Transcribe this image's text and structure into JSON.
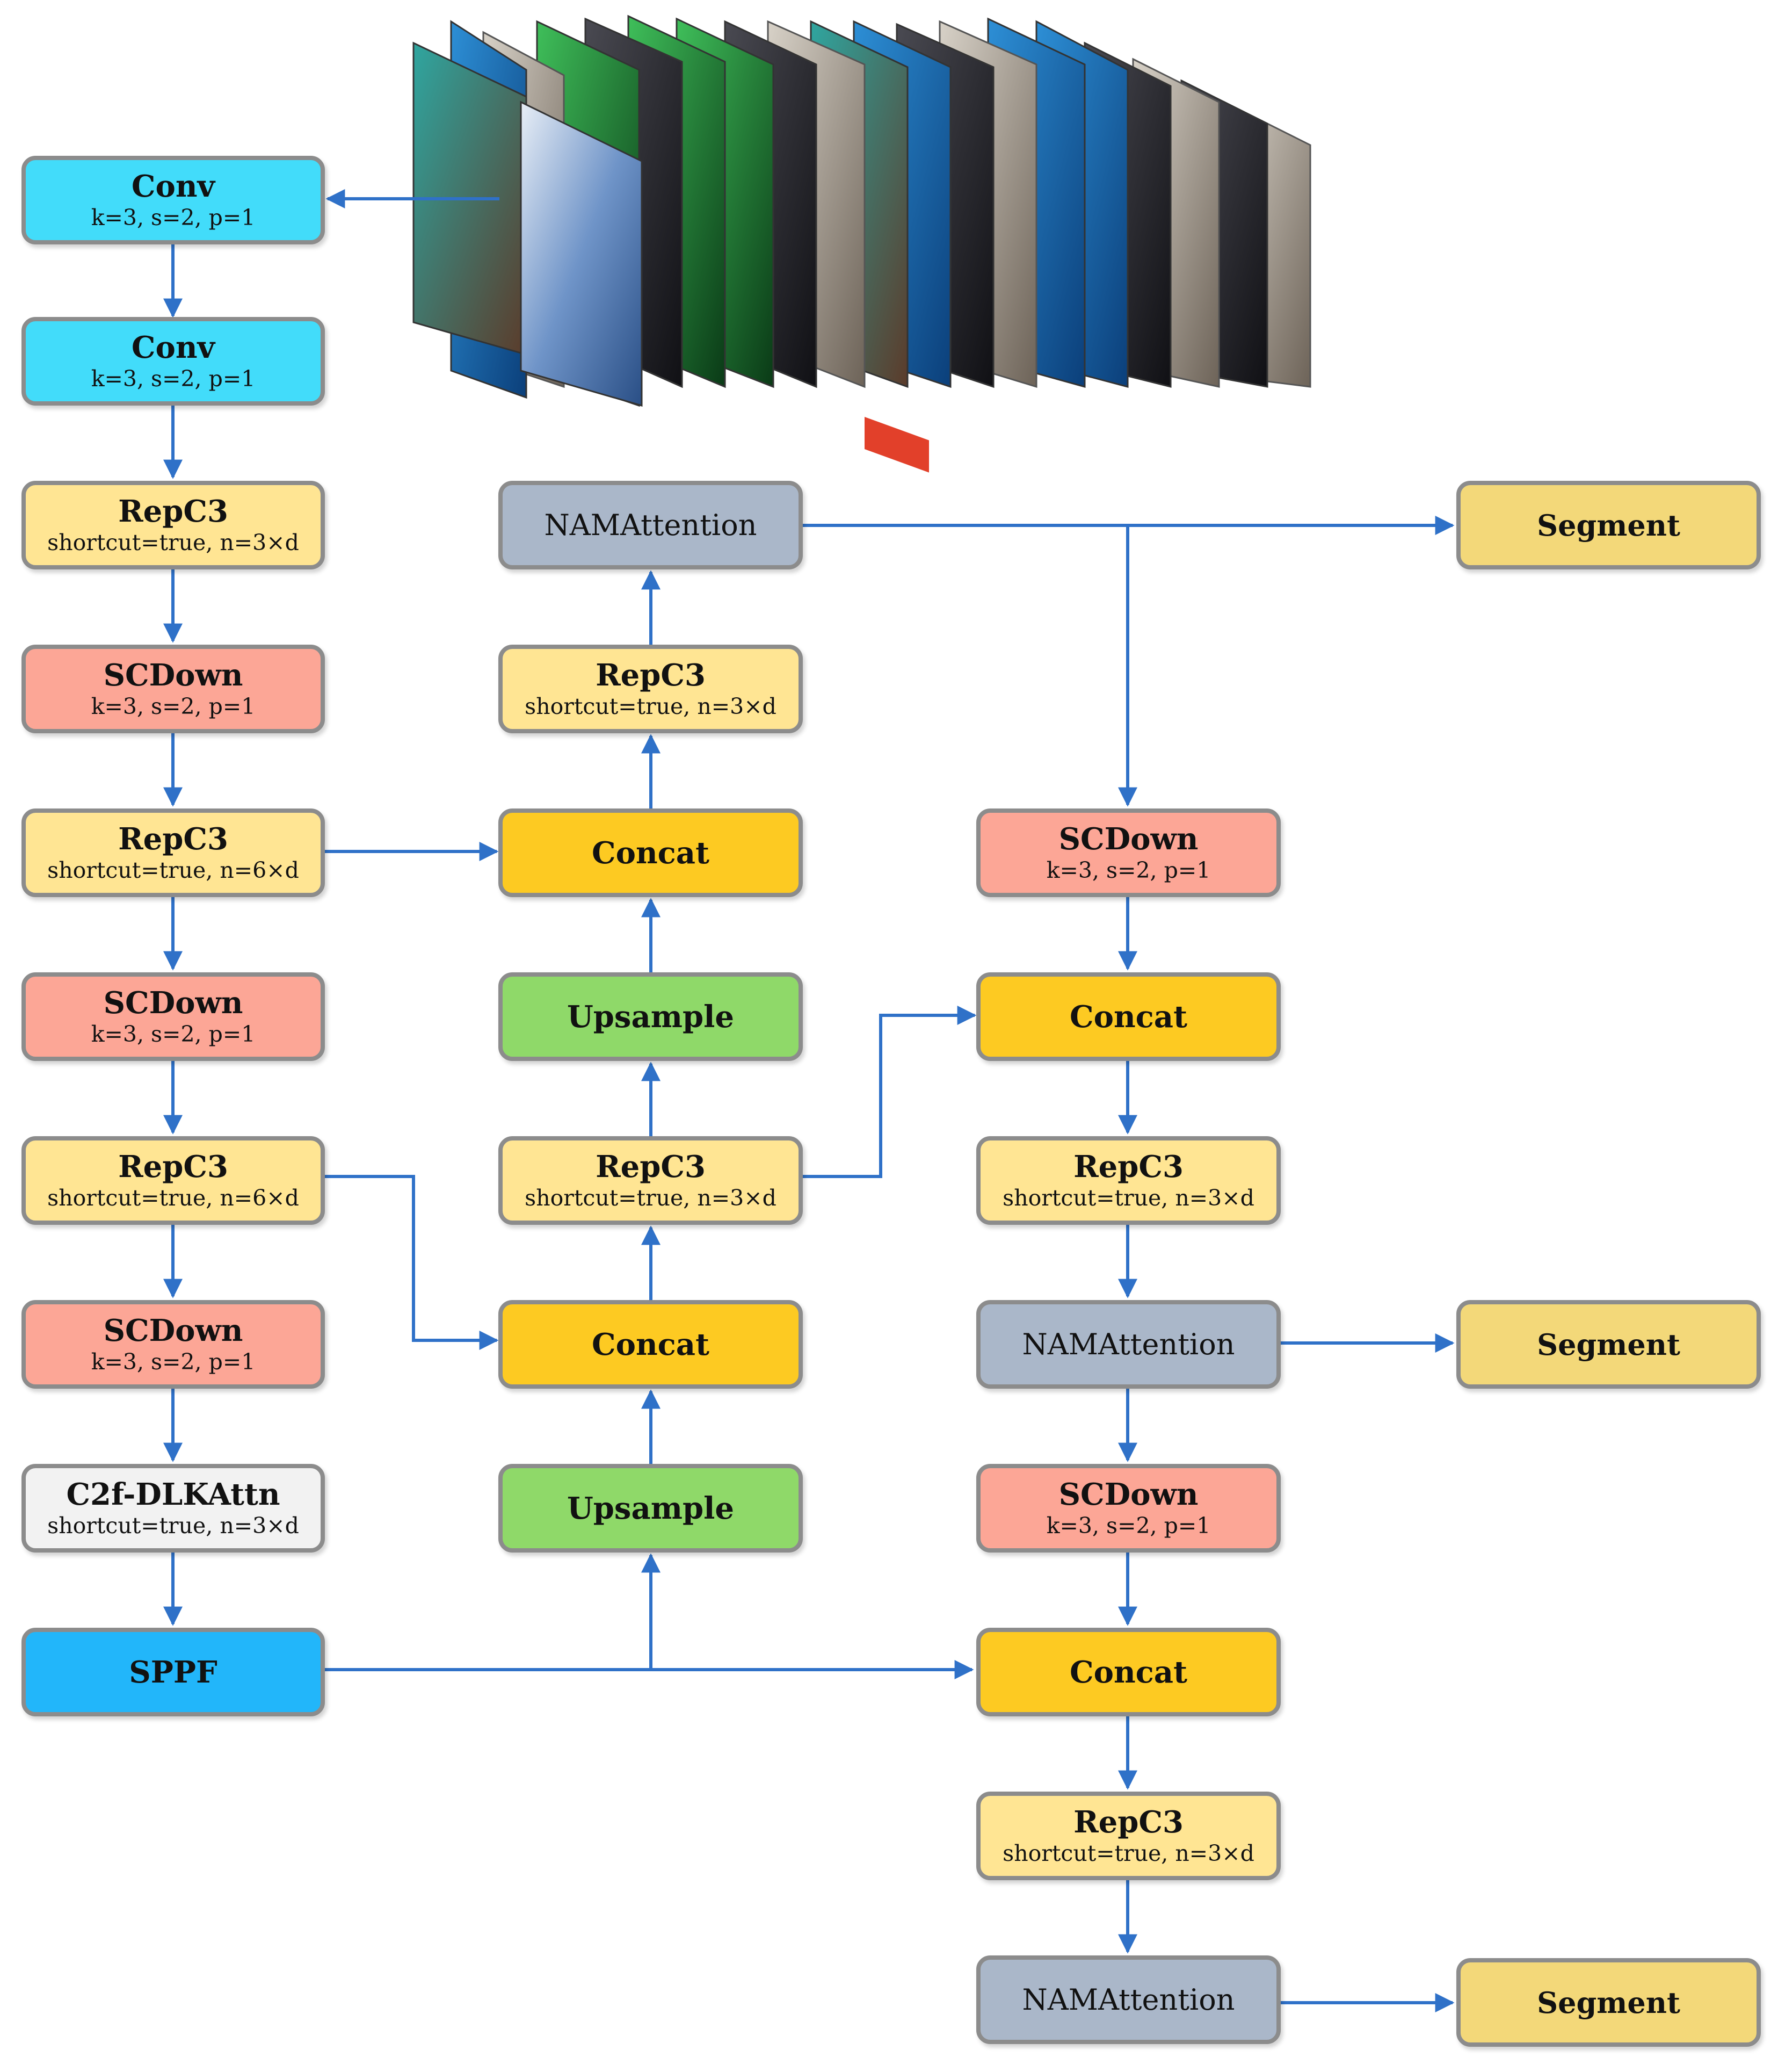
{
  "colors": {
    "conv": "#42dcfa",
    "repc3": "#ffe593",
    "scdown": "#fca696",
    "concat": "#fdca22",
    "upsample": "#8fd969",
    "nam": "#aab7c9",
    "segment": "#f3d879",
    "c2f": "#f2f2f2",
    "sppf": "#22b6fa",
    "arrow": "#2f71c8",
    "border": "#8c8c8c"
  },
  "image_panels": {
    "icon": "image-stack-icon"
  },
  "nodes": [
    {
      "id": "conv1",
      "kind": "conv",
      "title": "Conv",
      "sub": "k=3, s=2, p=1"
    },
    {
      "id": "conv2",
      "kind": "conv",
      "title": "Conv",
      "sub": "k=3, s=2, p=1"
    },
    {
      "id": "rep1",
      "kind": "repc3",
      "title": "RepC3",
      "sub": "shortcut=true, n=3×d"
    },
    {
      "id": "scd1",
      "kind": "scdown",
      "title": "SCDown",
      "sub": "k=3, s=2, p=1"
    },
    {
      "id": "rep2",
      "kind": "repc3",
      "title": "RepC3",
      "sub": "shortcut=true, n=6×d"
    },
    {
      "id": "scd2",
      "kind": "scdown",
      "title": "SCDown",
      "sub": "k=3, s=2, p=1"
    },
    {
      "id": "rep3",
      "kind": "repc3",
      "title": "RepC3",
      "sub": "shortcut=true, n=6×d"
    },
    {
      "id": "scd3",
      "kind": "scdown",
      "title": "SCDown",
      "sub": "k=3, s=2, p=1"
    },
    {
      "id": "c2f",
      "kind": "c2f",
      "title": "C2f-DLKAttn",
      "sub": "shortcut=true, n=3×d"
    },
    {
      "id": "sppf",
      "kind": "sppf",
      "title": "SPPF",
      "sub": ""
    },
    {
      "id": "nam1",
      "kind": "nam",
      "title": "NAMAttention",
      "sub": ""
    },
    {
      "id": "rep4",
      "kind": "repc3",
      "title": "RepC3",
      "sub": "shortcut=true, n=3×d"
    },
    {
      "id": "concat1",
      "kind": "concat",
      "title": "Concat",
      "sub": ""
    },
    {
      "id": "ups1",
      "kind": "upsample",
      "title": "Upsample",
      "sub": ""
    },
    {
      "id": "rep5",
      "kind": "repc3",
      "title": "RepC3",
      "sub": "shortcut=true, n=3×d"
    },
    {
      "id": "concat2",
      "kind": "concat",
      "title": "Concat",
      "sub": ""
    },
    {
      "id": "ups2",
      "kind": "upsample",
      "title": "Upsample",
      "sub": ""
    },
    {
      "id": "scd4",
      "kind": "scdown",
      "title": "SCDown",
      "sub": "k=3, s=2, p=1"
    },
    {
      "id": "concat3",
      "kind": "concat",
      "title": "Concat",
      "sub": ""
    },
    {
      "id": "rep6",
      "kind": "repc3",
      "title": "RepC3",
      "sub": "shortcut=true, n=3×d"
    },
    {
      "id": "nam2",
      "kind": "nam",
      "title": "NAMAttention",
      "sub": ""
    },
    {
      "id": "scd5",
      "kind": "scdown",
      "title": "SCDown",
      "sub": "k=3, s=2, p=1"
    },
    {
      "id": "concat4",
      "kind": "concat",
      "title": "Concat",
      "sub": ""
    },
    {
      "id": "rep7",
      "kind": "repc3",
      "title": "RepC3",
      "sub": "shortcut=true, n=3×d"
    },
    {
      "id": "nam3",
      "kind": "nam",
      "title": "NAMAttention",
      "sub": ""
    },
    {
      "id": "seg1",
      "kind": "segment",
      "title": "Segment",
      "sub": ""
    },
    {
      "id": "seg2",
      "kind": "segment",
      "title": "Segment",
      "sub": ""
    },
    {
      "id": "seg3",
      "kind": "segment",
      "title": "Segment",
      "sub": ""
    }
  ]
}
